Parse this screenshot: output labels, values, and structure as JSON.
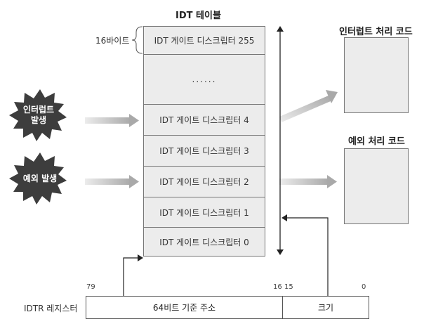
{
  "idt_table": {
    "title": "IDT 테이블",
    "size_label": "16바이트",
    "entries": [
      "IDT 게이트 디스크립터 255",
      "......",
      "IDT 게이트 디스크립터 4",
      "IDT 게이트 디스크립터 3",
      "IDT 게이트 디스크립터 2",
      "IDT 게이트 디스크립터 1",
      "IDT 게이트 디스크립터 0"
    ]
  },
  "events": {
    "interrupt": "인터럽트\n발생",
    "exception": "예외 발생"
  },
  "handlers": {
    "interrupt": "인터럽트 처리 코드",
    "exception": "예외 처리 코드"
  },
  "register": {
    "name": "IDTR 레지스터",
    "base_field": "64비트 기준 주소",
    "limit_field": "크기",
    "bit_79": "79",
    "bit_16": "16",
    "bit_15": "15",
    "bit_0": "0"
  },
  "colors": {
    "burst": "#3d3d3d",
    "cell_fill": "#ececec",
    "arrow_gray": "#b4b4b4"
  }
}
